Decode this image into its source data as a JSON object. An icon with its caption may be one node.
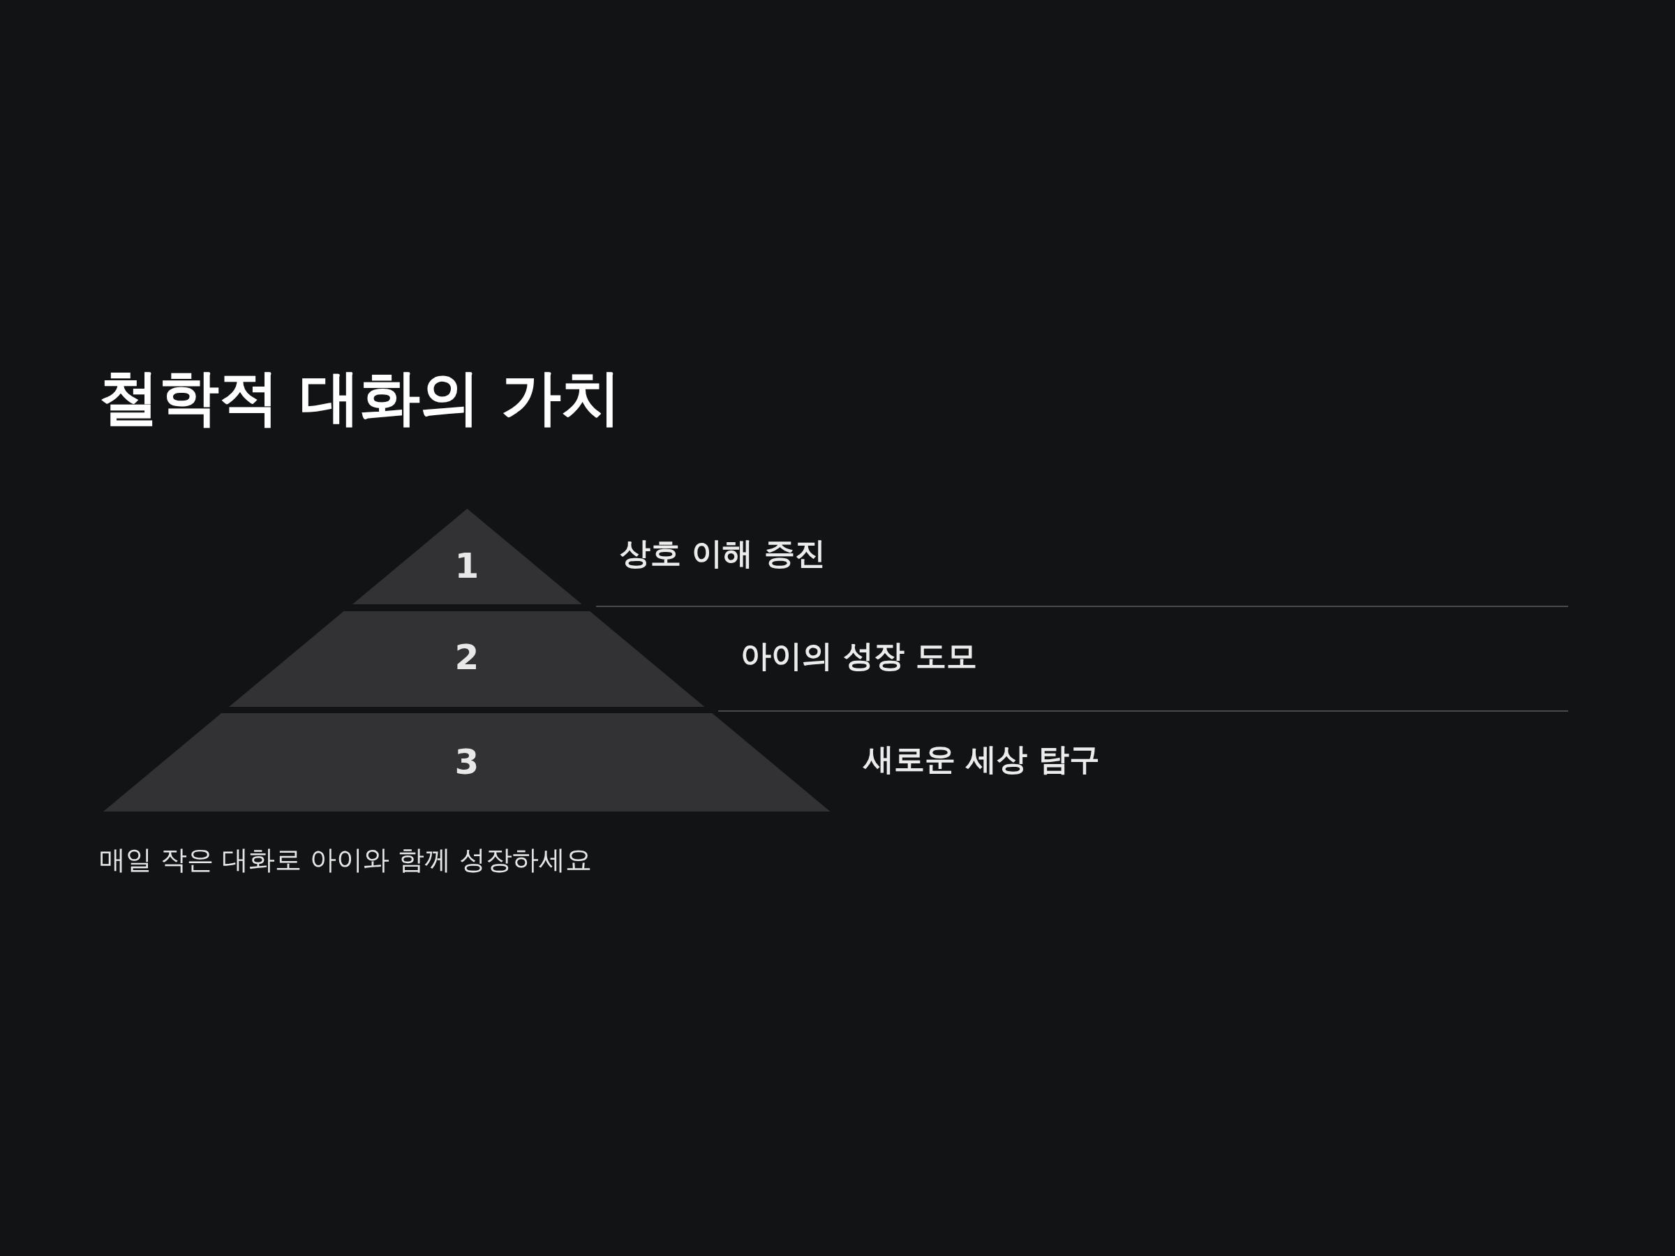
{
  "diagram": {
    "title": "철학적 대화의 가치",
    "caption": "매일 작은 대화로 아이와 함께 성장하세요",
    "nodes": [
      {
        "text": [
          "1"
        ],
        "beside": [
          "상호 이해 증진"
        ]
      },
      {
        "text": [
          "2"
        ],
        "beside": [
          "아이의 성장 도모"
        ]
      },
      {
        "text": [
          "3"
        ],
        "beside": [
          "새로운 세상 탐구"
        ]
      }
    ]
  }
}
